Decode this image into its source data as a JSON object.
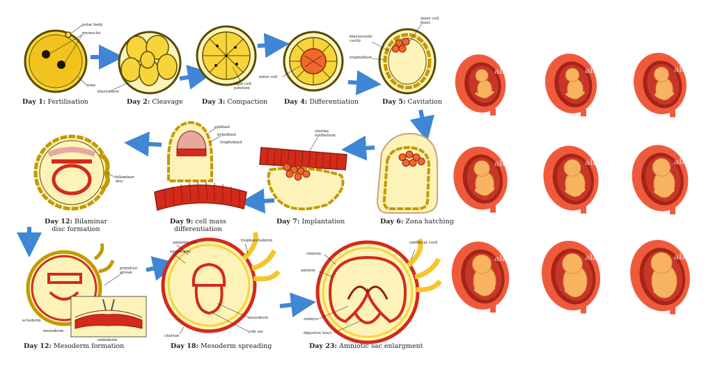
{
  "stages": [
    {
      "day": "Day 1:",
      "name": "Fertilisation"
    },
    {
      "day": "Day 2:",
      "name": "Cleavage"
    },
    {
      "day": "Day 3:",
      "name": "Compaction"
    },
    {
      "day": "Day 4:",
      "name": "Differentiation"
    },
    {
      "day": "Day 5:",
      "name": "Cavitation"
    },
    {
      "day": "Day 6:",
      "name": "Zona hatching"
    },
    {
      "day": "Day 7:",
      "name": "Implantation"
    },
    {
      "day": "Day 9:",
      "name": "cell mass",
      "name2": "differentiation"
    },
    {
      "day": "Day 12:",
      "name": "Bilaminar",
      "name2": "disc formation"
    },
    {
      "day": "Day 12:",
      "name": "Mesoderm formation"
    },
    {
      "day": "Day 18:",
      "name": "Mesoderm spreading"
    },
    {
      "day": "Day 23:",
      "name": "Amniotic sac enlargment"
    }
  ],
  "labels": {
    "polar_body": "polar body",
    "pronuclei": "pronuclei",
    "zona": "zona",
    "blastomere": "blastomere",
    "tight_cell_junction_1": "tight cell",
    "tight_cell_junction_2": "junction",
    "inner_cell": "inner cell",
    "inner_cell_mass_1": "inner cell",
    "inner_cell_mass_2": "mass",
    "blastocoelic_cavity_1": "blastocoelic",
    "blastocoelic_cavity_2": "cavity",
    "trophoblast": "trophoblast",
    "uterine_epithelium_1": "uterine",
    "uterine_epithelium_2": "epithelium",
    "epiblast": "epiblast",
    "hypoblast": "hypoblast",
    "trophoblast_2": "trophoblast",
    "bilaminar_disc_1": "bilaminar",
    "bilaminar_disc_2": "disc",
    "primitive_streak_1": "primitive",
    "primitive_streak_2": "streak",
    "ectoderm": "ectoderm",
    "mesoderm": "mesoderm",
    "endoderm": "endoderm",
    "amniotic_sac": "amniotic sac",
    "exocoelom": "exocoelom",
    "trophoectoderm": "trophoectoderm",
    "mesoderm_2": "mesoderm",
    "yolk_sac": "yolk sac",
    "chorion": "chorion",
    "umbilical_cord": "umbilical cord",
    "chorion_2": "chorion",
    "amnion": "amnion",
    "embryo": "embryo",
    "digestive_tract": "digestive tract"
  },
  "fetus_panel": {
    "watermark": "alamy",
    "stages": 9
  },
  "colors": {
    "cell_yellow": "#f7d53a",
    "cell_outline": "#5a4a00",
    "pale": "#fdf3b8",
    "red": "#d42a1a",
    "dark_red": "#8e1c10",
    "orange": "#ee6a2a",
    "pink": "#e8a7a0",
    "arrow": "#3f86d4",
    "uterus_outer": "#f05a3c",
    "uterus_inner": "#a52417",
    "fetus": "#f7b35f"
  }
}
